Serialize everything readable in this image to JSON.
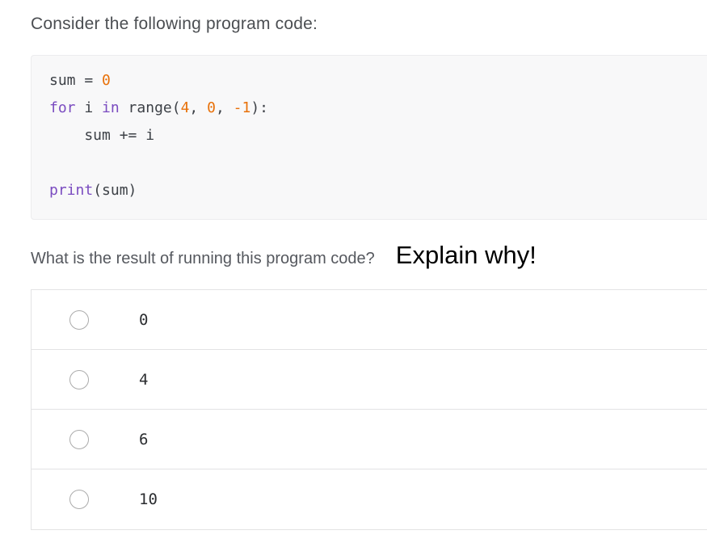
{
  "page": {
    "title": "Consider the following program code:",
    "question": "What is the result of running this program code?",
    "annotation": "Explain why!"
  },
  "colors": {
    "keyword": "#7a4bc0",
    "number": "#e8710a",
    "code_text": "#3d4147",
    "code_bg": "#f8f8f9"
  },
  "code": {
    "language": "python",
    "lines": [
      [
        {
          "text": "sum = ",
          "type": "plain"
        },
        {
          "text": "0",
          "type": "number"
        }
      ],
      [
        {
          "text": "for",
          "type": "keyword"
        },
        {
          "text": " i ",
          "type": "plain"
        },
        {
          "text": "in",
          "type": "keyword"
        },
        {
          "text": " range(",
          "type": "plain"
        },
        {
          "text": "4",
          "type": "number"
        },
        {
          "text": ", ",
          "type": "plain"
        },
        {
          "text": "0",
          "type": "number"
        },
        {
          "text": ", ",
          "type": "plain"
        },
        {
          "text": "-1",
          "type": "number"
        },
        {
          "text": "):",
          "type": "plain"
        }
      ],
      [
        {
          "text": "    sum += i",
          "type": "plain"
        }
      ],
      [],
      [
        {
          "text": "print",
          "type": "keyword"
        },
        {
          "text": "(sum)",
          "type": "plain"
        }
      ]
    ]
  },
  "options": {
    "items": [
      {
        "label": "0",
        "selected": false
      },
      {
        "label": "4",
        "selected": false
      },
      {
        "label": "6",
        "selected": false
      },
      {
        "label": "10",
        "selected": false
      }
    ]
  }
}
